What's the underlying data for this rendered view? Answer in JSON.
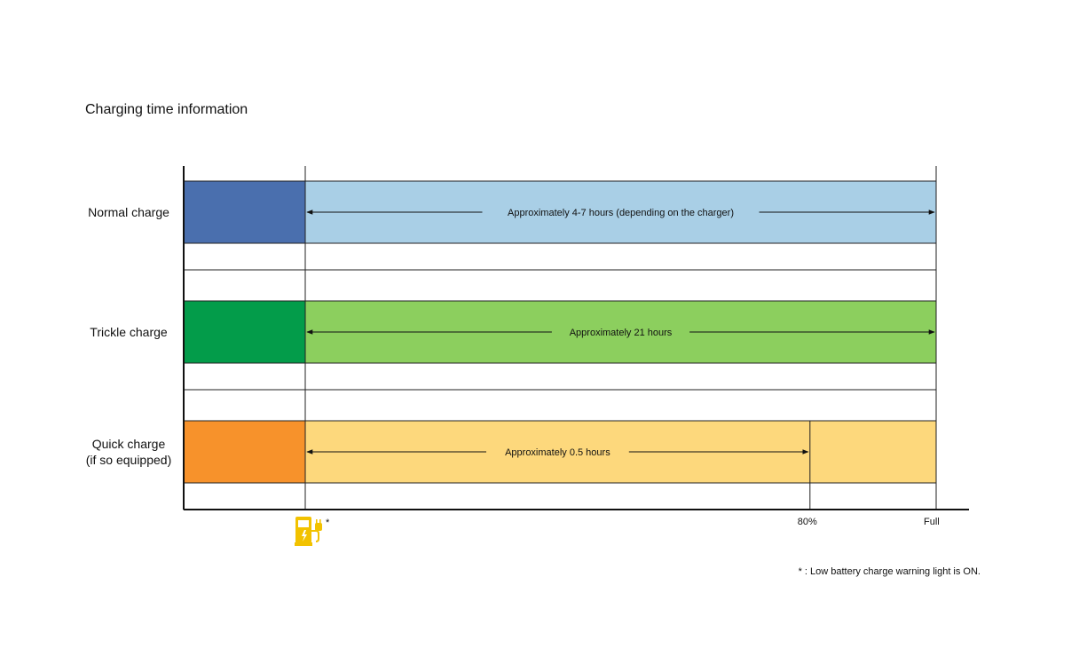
{
  "title": "Charging time information",
  "chart_data": {
    "type": "bar",
    "title": "Charging time information",
    "x_axis": {
      "ticks": [
        {
          "label": "*",
          "pos": 0
        },
        {
          "label": "80%",
          "pos": 80
        },
        {
          "label": "Full",
          "pos": 100
        }
      ],
      "start_icon": "ev-charging-pump-icon"
    },
    "rows": [
      {
        "label": "Normal charge",
        "label_lines": [
          "Normal charge"
        ],
        "end": 100,
        "text": "Approximately 4-7 hours (depending on the charger)",
        "color_dark": "#4a6fae",
        "color_light": "#a9cfe6"
      },
      {
        "label": "Trickle charge",
        "label_lines": [
          "Trickle charge"
        ],
        "end": 100,
        "text": "Approximately 21 hours",
        "color_dark": "#039c4a",
        "color_light": "#8ccf5e"
      },
      {
        "label": "Quick charge (if so equipped)",
        "label_lines": [
          "Quick charge",
          "(if so equipped)"
        ],
        "end": 80,
        "text": "Approximately 0.5 hours",
        "color_dark": "#f7922b",
        "color_light": "#fdd87c"
      }
    ]
  },
  "footnote": "* : Low battery charge warning light is ON."
}
